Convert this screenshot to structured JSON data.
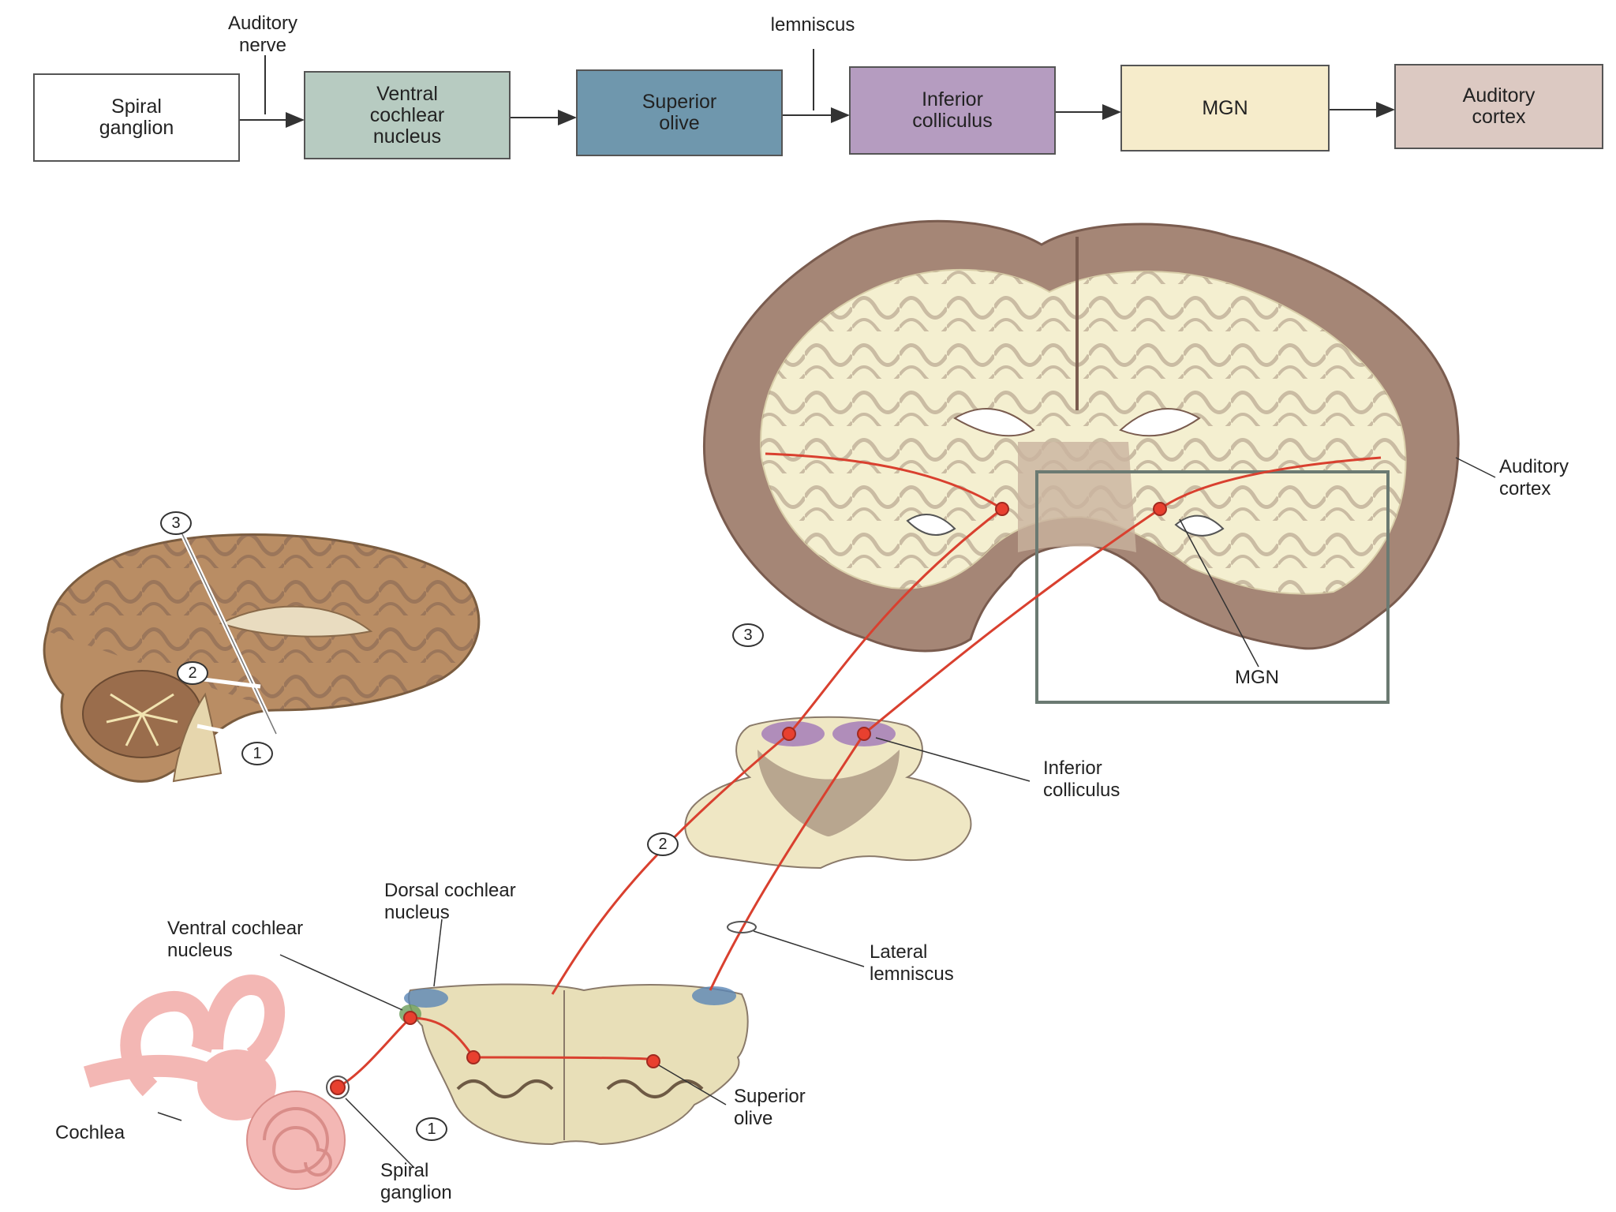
{
  "flow": {
    "nodes": [
      {
        "id": "spiral",
        "label": "Spiral\nganglion",
        "color": "#ffffff"
      },
      {
        "id": "vcn",
        "label": "Ventral\ncochlear\nnucleus",
        "color": "#b7cbc1"
      },
      {
        "id": "so",
        "label": "Superior\nolive",
        "color": "#6f97ad"
      },
      {
        "id": "ic",
        "label": "Inferior\ncolliculus",
        "color": "#b59cc0"
      },
      {
        "id": "mgn",
        "label": "MGN",
        "color": "#f6eccb"
      },
      {
        "id": "ac",
        "label": "Auditory\ncortex",
        "color": "#dcc9c2"
      }
    ],
    "edge_labels": {
      "auditory_nerve": "Auditory\nnerve",
      "lemniscus": "lemniscus"
    }
  },
  "labels": {
    "auditory_cortex": "Auditory\ncortex",
    "mgn": "MGN",
    "inferior_colliculus": "Inferior\ncolliculus",
    "dorsal_cochlear_nucleus": "Dorsal cochlear\nnucleus",
    "ventral_cochlear_nucleus": "Ventral cochlear\nnucleus",
    "lateral_lemniscus": "Lateral\nlemniscus",
    "superior_olive": "Superior\nolive",
    "cochlea": "Cochlea",
    "spiral_ganglion": "Spiral\nganglion"
  },
  "section_markers": {
    "one": "1",
    "two": "2",
    "three": "3"
  },
  "colors": {
    "pathway": "#d9402f",
    "gray_matter": "#a58676",
    "white_matter": "#f4efd0",
    "box": "#6b7a72"
  }
}
